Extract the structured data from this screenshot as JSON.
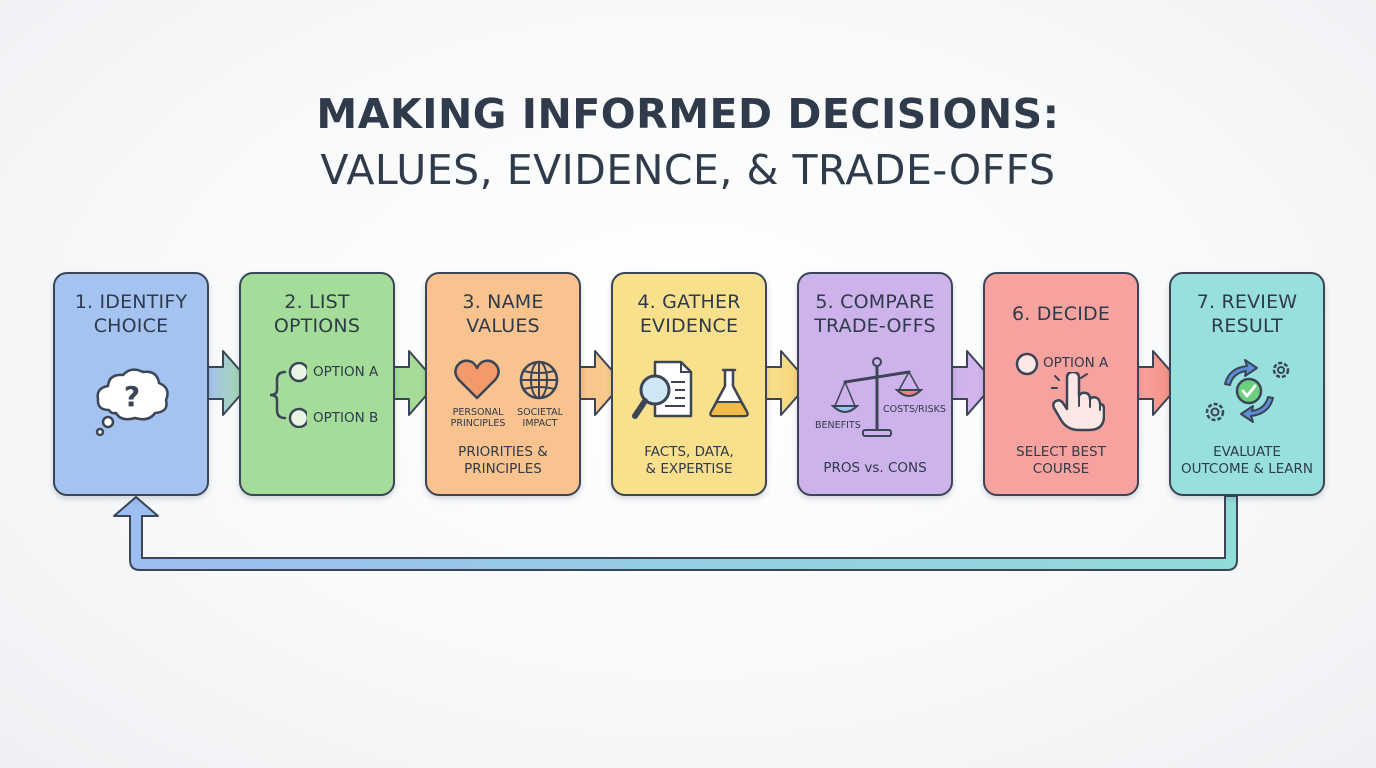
{
  "title": {
    "line1": "MAKING INFORMED DECISIONS:",
    "line2": "VALUES, EVIDENCE, & TRADE-OFFS"
  },
  "colors": {
    "outline": "#3b4556",
    "arrow": "#8fb6df",
    "loop_start": "#9cbdf0",
    "loop_end": "#90dcd8"
  },
  "steps": [
    {
      "title_line1": "1. IDENTIFY",
      "title_line2": "CHOICE",
      "color": "#a5c3f0",
      "icon": "question-thought-bubble-icon"
    },
    {
      "title_line1": "2. LIST",
      "title_line2": "OPTIONS",
      "color": "#a4dd9a",
      "option_a": "OPTION A",
      "option_b": "OPTION B",
      "icon": "branch-options-icon"
    },
    {
      "title_line1": "3. NAME",
      "title_line2": "VALUES",
      "color": "#f8c38e",
      "label_left_1": "PERSONAL",
      "label_left_2": "PRINCIPLES",
      "label_right_1": "SOCIETAL",
      "label_right_2": "IMPACT",
      "footer_1": "PRIORITIES &",
      "footer_2": "PRINCIPLES",
      "icons": [
        "heart-icon",
        "globe-icon"
      ]
    },
    {
      "title_line1": "4. GATHER",
      "title_line2": "EVIDENCE",
      "color": "#f9e08c",
      "footer_1": "FACTS, DATA,",
      "footer_2": "& EXPERTISE",
      "icons": [
        "magnifier-document-icon",
        "flask-icon"
      ]
    },
    {
      "title_line1": "5. COMPARE",
      "title_line2": "TRADE-OFFS",
      "color": "#cdb2ec",
      "label_left": "BENEFITS",
      "label_right": "COSTS/RISKS",
      "footer_1": "PROS vs. CONS",
      "icon": "balance-scale-icon"
    },
    {
      "title_line1": "6. DECIDE",
      "color": "#f6a3a0",
      "option": "OPTION A",
      "footer_1": "SELECT BEST",
      "footer_2": "COURSE",
      "icon": "pointing-hand-icon"
    },
    {
      "title_line1": "7. REVIEW",
      "title_line2": "RESULT",
      "color": "#98e0dd",
      "footer_1": "EVALUATE",
      "footer_2": "OUTCOME & LEARN",
      "icon": "review-cycle-gears-icon"
    }
  ]
}
